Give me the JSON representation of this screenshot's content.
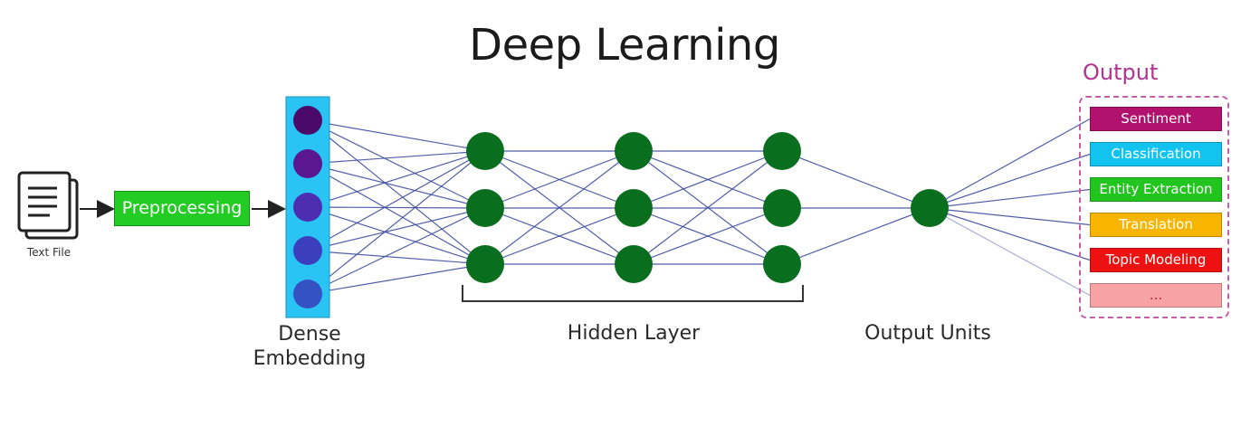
{
  "title": "Deep Learning",
  "input": {
    "file_label": "Text File",
    "preprocessing_label": "Preprocessing"
  },
  "labels": {
    "dense_line1": "Dense",
    "dense_line2": "Embedding",
    "hidden": "Hidden Layer",
    "output_units": "Output Units"
  },
  "output": {
    "title": "Output",
    "items": [
      {
        "label": "Sentiment",
        "color": "#b0126e"
      },
      {
        "label": "Classification",
        "color": "#12c3f0"
      },
      {
        "label": "Entity Extraction",
        "color": "#22c41e"
      },
      {
        "label": "Translation",
        "color": "#f7b500"
      },
      {
        "label": "Topic Modeling",
        "color": "#ee1111"
      },
      {
        "label": "...",
        "color": "#f7a3a6"
      }
    ]
  },
  "colors": {
    "embedding_bar": "#29c4f4",
    "embedding_nodes": [
      "#4b0a6a",
      "#5b1790",
      "#4d2db0",
      "#3c3fbd",
      "#3452c2"
    ],
    "hidden_node": "#0a6e1f",
    "edge": "#3e4c9e"
  },
  "network": {
    "embedding_units": 5,
    "hidden_layers": 3,
    "hidden_units": 3,
    "output_units": 1
  }
}
